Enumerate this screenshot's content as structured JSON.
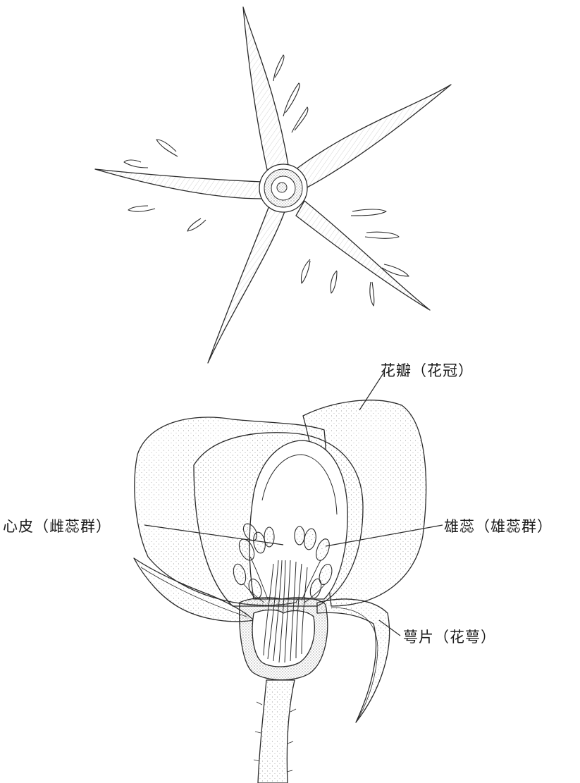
{
  "diagram": {
    "labels": {
      "petal": "花瓣（花冠）",
      "carpel": "心皮（雌蕊群）",
      "stamen": "雄蕊（雄蕊群）",
      "sepal": "萼片（花萼）"
    }
  },
  "colors": {
    "ink": "#2a2a2a",
    "background": "#ffffff"
  }
}
